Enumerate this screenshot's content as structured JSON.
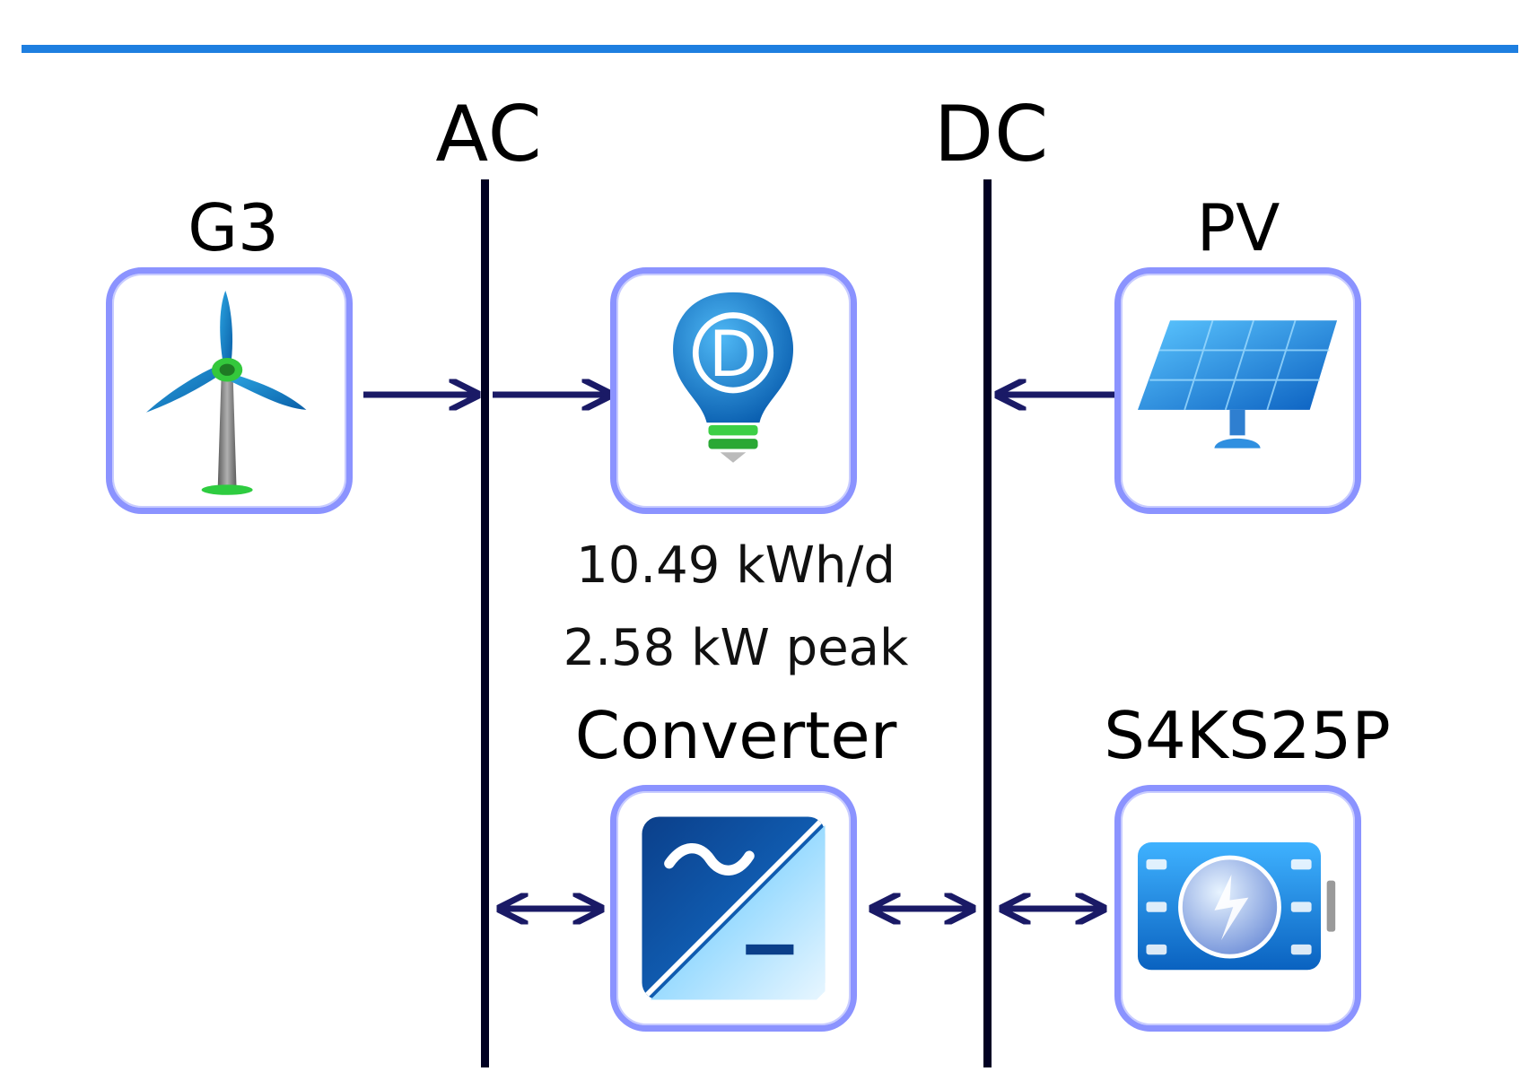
{
  "buses": {
    "ac_label": "AC",
    "dc_label": "DC"
  },
  "components": {
    "wind_turbine": {
      "label": "G3",
      "icon": "wind-turbine-icon"
    },
    "load": {
      "label": "",
      "icon": "light-bulb-load-icon",
      "icon_letter": "D",
      "energy": "10.49 kWh/d",
      "peak": "2.58 kW peak"
    },
    "pv": {
      "label": "PV",
      "icon": "solar-panel-icon"
    },
    "converter": {
      "label": "Converter",
      "icon": "converter-icon"
    },
    "battery": {
      "label": "S4KS25P",
      "icon": "battery-icon"
    }
  },
  "colors": {
    "top_rule": "#1e7fe0",
    "bus_line": "#000022",
    "arrow": "#1a1a66",
    "box_border": "#8b93ff"
  }
}
